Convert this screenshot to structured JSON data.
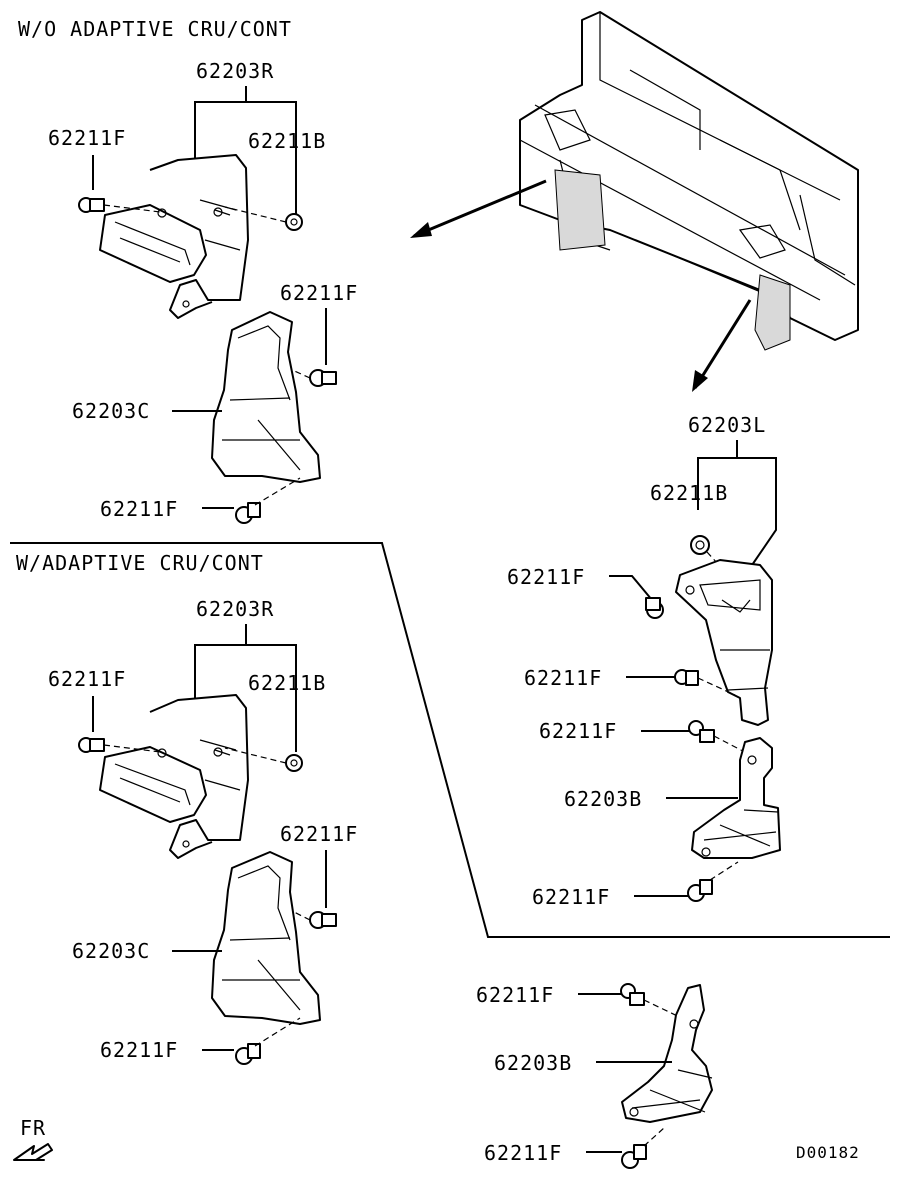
{
  "sections": {
    "without_acc_title": "W/O ADAPTIVE CRU/CONT",
    "with_acc_title": "W/ADAPTIVE CRU/CONT"
  },
  "labels": {
    "top": {
      "bracket_r": "62203R",
      "bolt_left": "62211F",
      "bolt_right": "62211B",
      "bolt_mid": "62211F",
      "guard_c": "62203C",
      "bolt_bottom": "62211F"
    },
    "left_lower": {
      "bracket_r": "62203R",
      "bolt_left": "62211F",
      "bolt_right": "62211B",
      "bolt_mid": "62211F",
      "guard_c": "62203C",
      "bolt_bottom": "62211F"
    },
    "right": {
      "bracket_l": "62203L",
      "bolt_b": "62211B",
      "bolt_f1": "62211F",
      "bolt_f2": "62211F",
      "bolt_f3": "62211F",
      "guard_b": "62203B",
      "bolt_f4": "62211F"
    },
    "bottom_right": {
      "bolt_top": "62211F",
      "guard_b": "62203B",
      "bolt_bottom": "62211F"
    }
  },
  "direction_label": "FR",
  "diagram_code": "D00182"
}
